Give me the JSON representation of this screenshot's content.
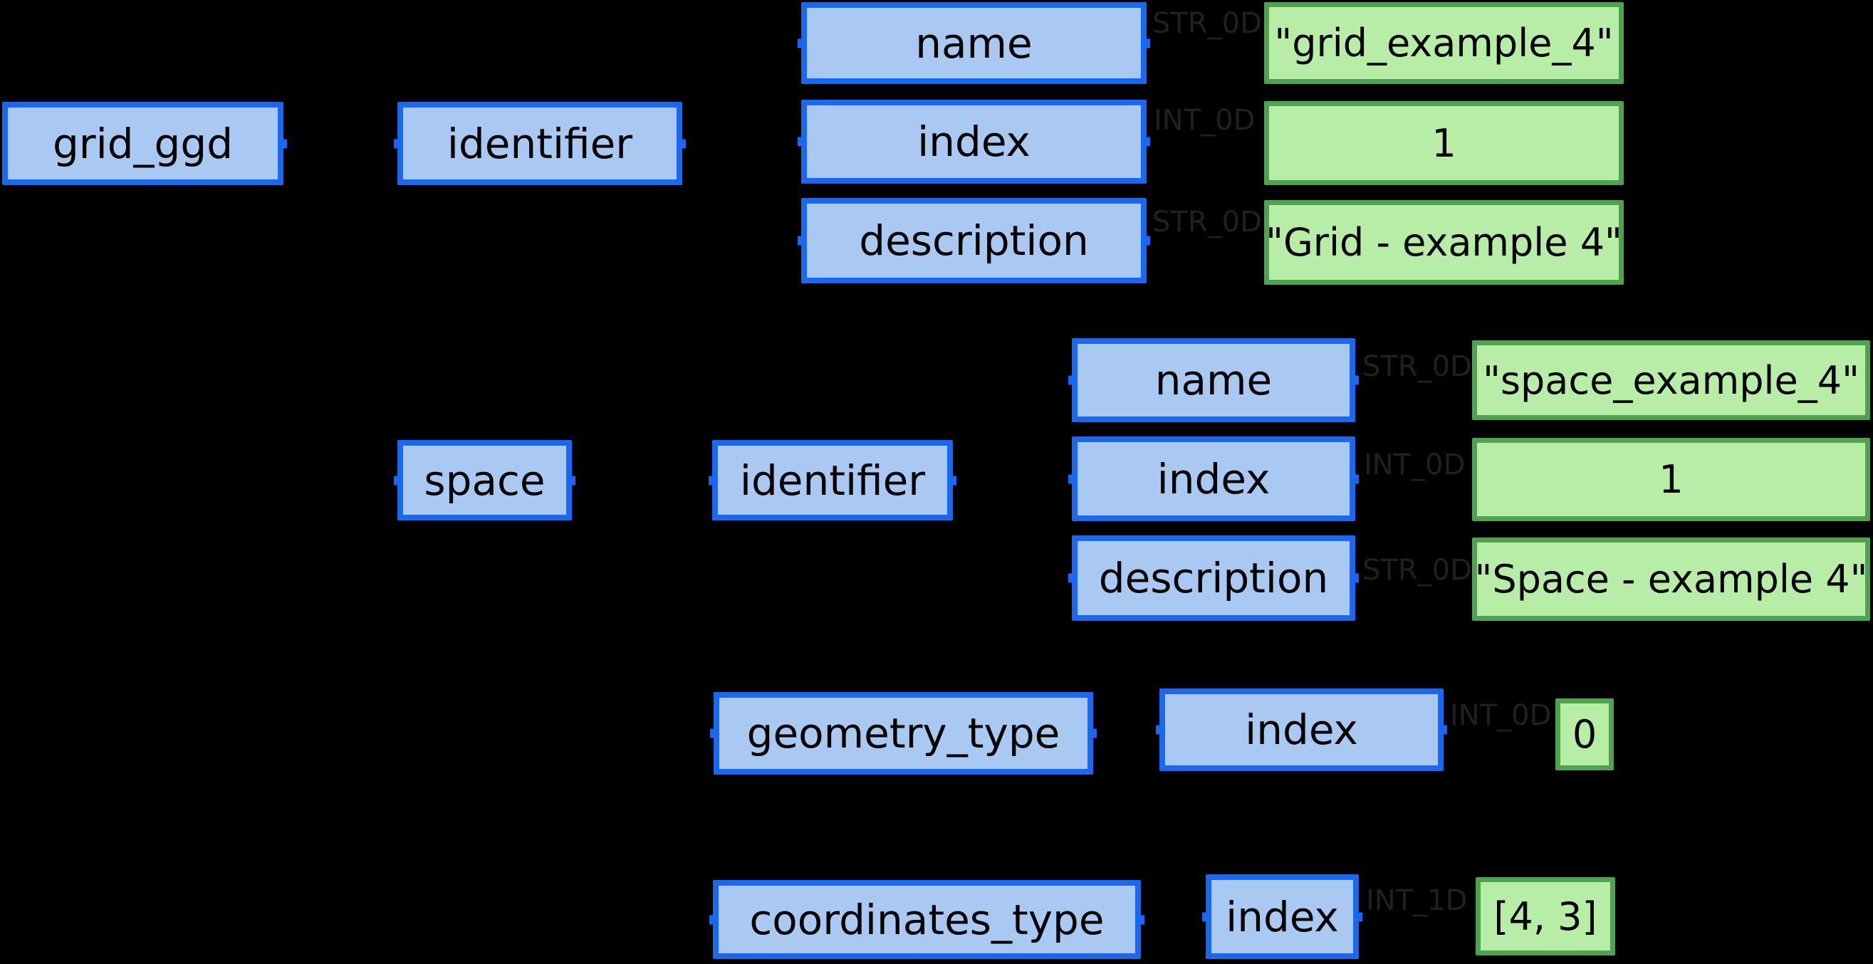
{
  "diagram_type": "tree-structure-graph",
  "colors": {
    "blue_border": "#1a68f2",
    "blue_fill": "#a9c9f2",
    "green_border": "#4ea34e",
    "green_fill": "#b7eda7",
    "label_gray": "#202020",
    "background": "#000000",
    "text": "#000000"
  },
  "tree": {
    "root": {
      "label": "grid_ggd"
    },
    "identifier": {
      "label": "identifier",
      "fields": [
        {
          "name": "name",
          "dtype": "STR_0D",
          "value": "\"grid_example_4\""
        },
        {
          "name": "index",
          "dtype": "INT_0D",
          "value": "1"
        },
        {
          "name": "description",
          "dtype": "STR_0D",
          "value": "\"Grid - example 4\""
        }
      ]
    },
    "space": {
      "label": "space",
      "identifier": {
        "label": "identifier",
        "fields": [
          {
            "name": "name",
            "dtype": "STR_0D",
            "value": "\"space_example_4\""
          },
          {
            "name": "index",
            "dtype": "INT_0D",
            "value": "1"
          },
          {
            "name": "description",
            "dtype": "STR_0D",
            "value": "\"Space - example 4\""
          }
        ]
      },
      "geometry_type": {
        "label": "geometry_type",
        "fields": [
          {
            "name": "index",
            "dtype": "INT_0D",
            "value": "0"
          }
        ]
      },
      "coordinates_type": {
        "label": "coordinates_type",
        "fields": [
          {
            "name": "index",
            "dtype": "INT_1D",
            "value": "[4, 3]"
          }
        ]
      }
    }
  }
}
